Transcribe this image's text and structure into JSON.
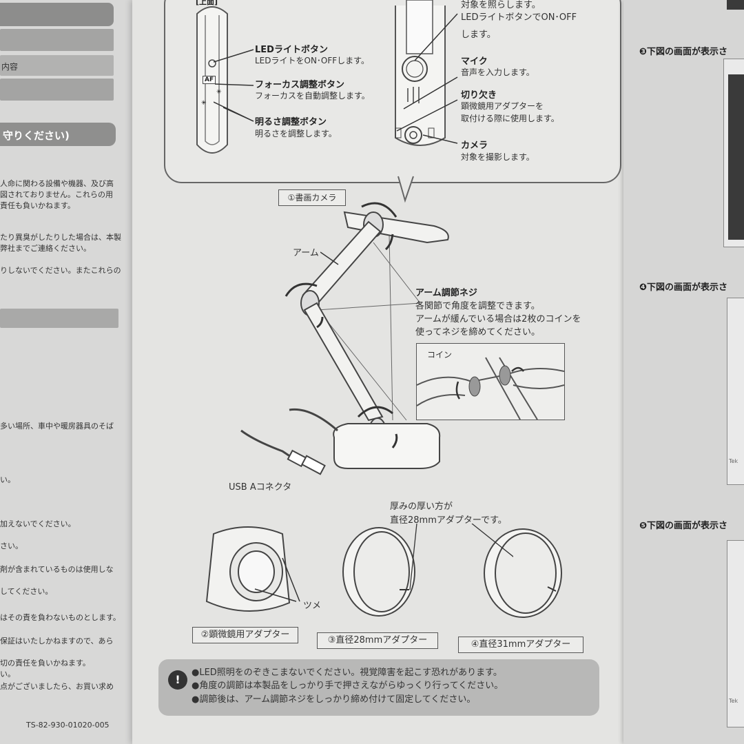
{
  "left": {
    "content_label": "内容",
    "section_heading": "守りください)",
    "lines": [
      "人命に関わる設備や機器、及び高",
      "図されておりません。これらの用",
      "責任も負いかねます。",
      "たり異臭がしたりした場合は、本製",
      "弊社までご連絡ください。",
      "りしないでください。またこれらの",
      "多い場所、車中や暖房器具のそば",
      "い。",
      "加えないでください。",
      "さい。",
      "剤が含まれているものは使用しな",
      "してください。",
      "はその責を負わないものとします。",
      "保証はいたしかねますので、あら",
      "切の責任を負いかねます。",
      "い。",
      "点がございましたら、お買い求め"
    ],
    "doc_code": "TS-82-930-01020-005"
  },
  "callouts_left": [
    {
      "head": "LEDライトボタン",
      "desc": "LEDライトをON･OFFします。"
    },
    {
      "head": "フォーカス調整ボタン",
      "desc": "フォーカスを自動調整します。"
    },
    {
      "head": "明るさ調整ボタン",
      "desc": "明るさを調整します。"
    }
  ],
  "top_label": "[上面]",
  "callouts_right": {
    "led_desc_1": "対象を照らします。",
    "led_desc_2": "LEDライトボタンでON･OFF",
    "led_desc_3": "します。",
    "mic_head": "マイク",
    "mic_desc": "音声を入力します。",
    "notch_head": "切り欠き",
    "notch_desc_1": "顕微鏡用アダプターを",
    "notch_desc_2": "取付ける際に使用します。",
    "camera_head": "カメラ",
    "camera_desc": "対象を撮影します。"
  },
  "af_label": "AF",
  "diagram": {
    "camera_label": "①書画カメラ",
    "arm_label": "アーム",
    "screw_head": "アーム調節ネジ",
    "screw_desc_1": "各関節で角度を調整できます。",
    "screw_desc_2": "アームが緩んでいる場合は2枚のコインを",
    "screw_desc_3": "使ってネジを締めてください。",
    "coin_label": "コイン",
    "usb_label": "USB Aコネクタ",
    "claw_label": "ツメ",
    "thick_note_1": "厚みの厚い方が",
    "thick_note_2": "直径28mmアダプターです。"
  },
  "captions": [
    "②顕微鏡用アダプター",
    "③直径28mmアダプター",
    "④直径31mmアダプター"
  ],
  "warnings": [
    "●LED照明をのぞきこまないでください。視覚障害を起こす恐れがあります。",
    "●角度の調節は本製品をしっかり手で押さえながらゆっくり行ってください。",
    "●調節後は、アーム調節ネジをしっかり締め付けて固定してください。"
  ],
  "warning_icon": "!",
  "right": {
    "step3": "❸下図の画面が表示さ",
    "step4": "❹下図の画面が表示さ",
    "step5": "❺下図の画面が表示さ",
    "tek_1": "Tek",
    "tek_2": "Tek"
  }
}
